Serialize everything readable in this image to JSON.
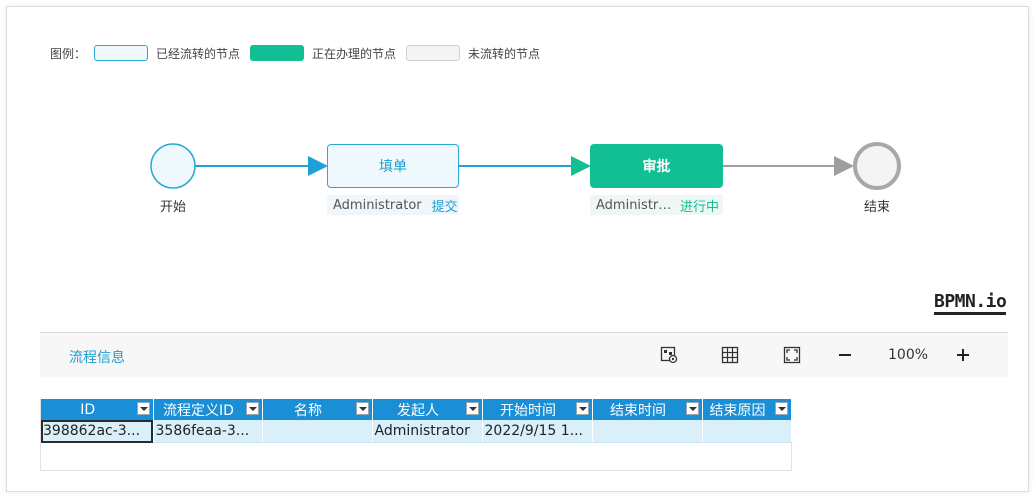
{
  "legend": {
    "label": "图例：",
    "items": [
      {
        "text": "已经流转的节点",
        "color": "#29a8d6"
      },
      {
        "text": "正在办理的节点",
        "color": "#12bf94"
      },
      {
        "text": "未流转的节点",
        "color": "#cfcfcf"
      }
    ]
  },
  "diagram": {
    "start_label": "开始",
    "end_label": "结束",
    "task1": {
      "name": "填单",
      "assignee": "Administrator",
      "status": "提交"
    },
    "task2": {
      "name": "审批",
      "assignee": "Administrator",
      "status": "进行中"
    },
    "logo": "BPMN.io"
  },
  "toolbar": {
    "title": "流程信息",
    "zoom": "100%",
    "icons": [
      "process-view-icon",
      "grid-icon",
      "fit-screen-icon",
      "zoom-out-icon",
      "zoom-in-icon"
    ]
  },
  "grid": {
    "columns": [
      "ID",
      "流程定义ID",
      "名称",
      "发起人",
      "开始时间",
      "结束时间",
      "结束原因"
    ],
    "rows": [
      [
        "398862ac-3...",
        "3586feaa-3...",
        "",
        "Administrator",
        "2022/9/15 1...",
        "",
        ""
      ]
    ]
  },
  "colors": {
    "accent": "#1f9ed0",
    "active": "#12bf94",
    "header": "#1a8fd6"
  }
}
